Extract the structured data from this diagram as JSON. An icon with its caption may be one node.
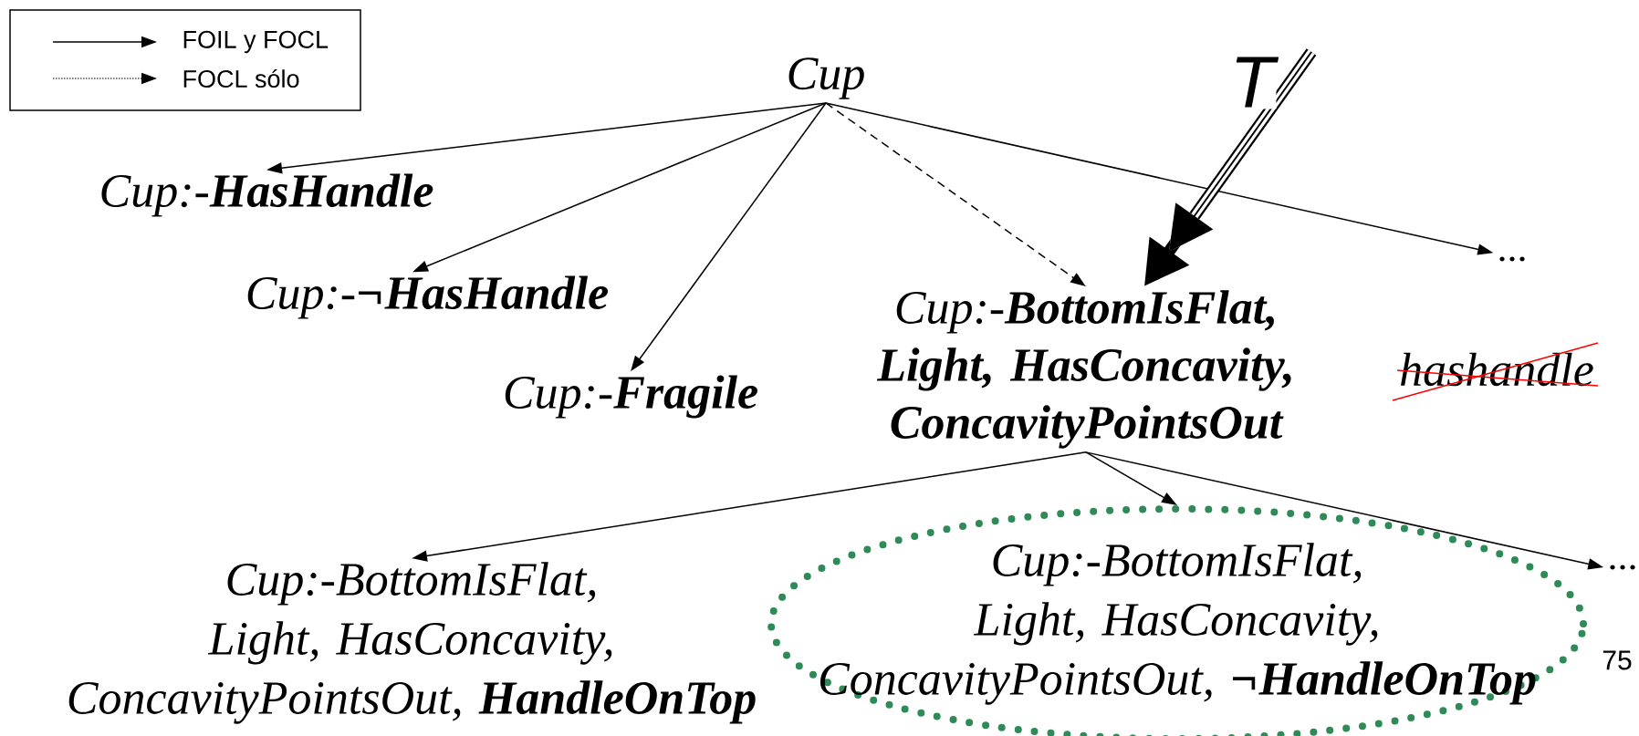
{
  "diagram": {
    "nodes": [
      {
        "text": [
          "Cup"
        ]
      },
      {
        "text": [
          "Cup:-**HasHandle**"
        ]
      },
      {
        "text": [
          "Cup:-**¬HasHandle**"
        ]
      },
      {
        "text": [
          "Cup:-**Fragile**"
        ]
      },
      {
        "text": [
          "Cup:-**BottomIsFlat, Light, HasConcavity, ConcavityPointsOut**",
          "hashandle"
        ]
      },
      {
        "text": [
          "..."
        ]
      },
      {
        "text": [
          "Cup:-BottomIsFlat, Light, HasConcavity, ConcavityPointsOut, **HandleOnTop**"
        ]
      },
      {
        "text": [
          "Cup:-BottomIsFlat, Light, HasConcavity, ConcavityPointsOut, **¬HandleOnTop**"
        ]
      },
      {
        "text": [
          "..."
        ]
      }
    ],
    "edges": [
      {
        "from": 0,
        "to": 1,
        "arrow": "to"
      },
      {
        "from": 0,
        "to": 2,
        "arrow": "to"
      },
      {
        "from": 0,
        "to": 3,
        "arrow": "to"
      },
      {
        "from": 0,
        "to": 4,
        "arrow": "to",
        "style": "dashed"
      },
      {
        "from": 0,
        "to": 5,
        "arrow": "to"
      },
      {
        "from": 4,
        "to": 6,
        "arrow": "to"
      },
      {
        "from": 4,
        "to": 7,
        "arrow": "to"
      },
      {
        "from": 4,
        "to": 8,
        "arrow": "to"
      },
      {
        "from": null,
        "to": 4,
        "arrow": "to",
        "style": "thick",
        "label": "T"
      }
    ],
    "labels": [
      "75"
    ],
    "legend": [
      {
        "text": "FOIL y FOCL"
      },
      {
        "text": "FOCL sólo"
      }
    ]
  }
}
